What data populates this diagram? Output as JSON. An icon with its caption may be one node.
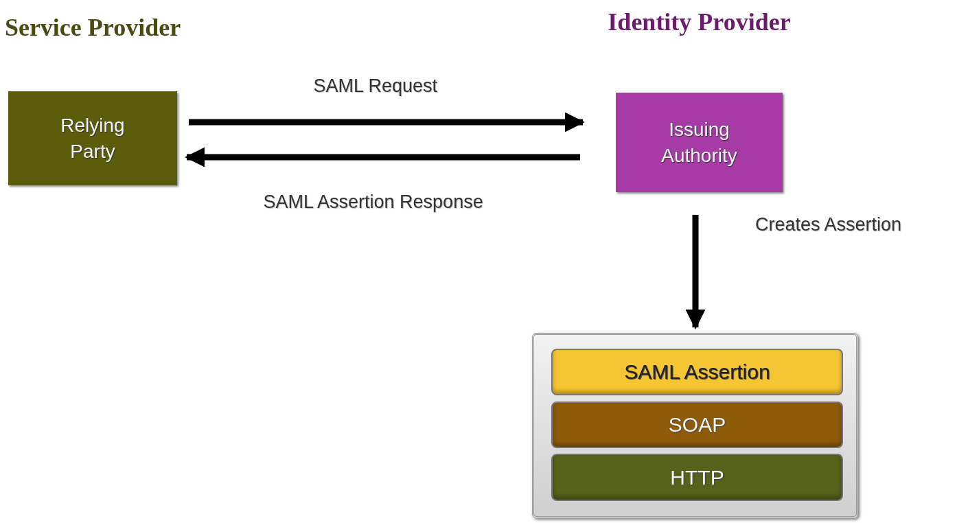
{
  "diagram": {
    "nodes": [
      {
        "text": [
          "Service Provider",
          "Relying Party"
        ]
      },
      {
        "text": [
          "Identity Provider",
          "Issuing Authority"
        ]
      },
      {
        "text": [],
        "shape": "box"
      },
      {
        "text": [
          "SAML Assertion"
        ],
        "in": 2
      },
      {
        "text": [
          "SOAP"
        ],
        "in": 2
      },
      {
        "text": [
          "HTTP"
        ],
        "in": 2
      }
    ],
    "edges": [
      {
        "from": 0,
        "to": 1,
        "arrow": "to",
        "label": "SAML Request"
      },
      {
        "from": 1,
        "to": 0,
        "arrow": "to",
        "label": "SAML Assertion Response"
      },
      {
        "from": 1,
        "to": 2,
        "arrow": "to",
        "label": "Creates Assertion"
      }
    ]
  }
}
